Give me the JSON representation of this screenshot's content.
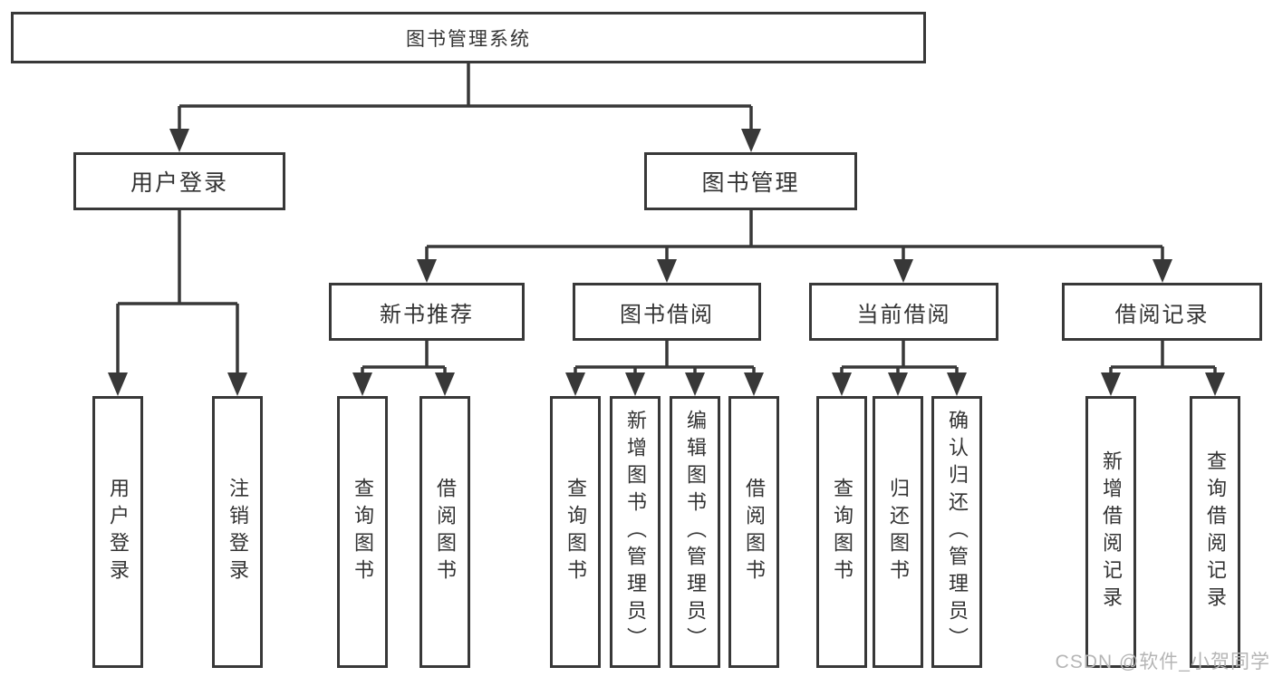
{
  "tree": {
    "root": {
      "label": "图书管理系统"
    },
    "login": {
      "label": "用户登录",
      "children": [
        {
          "label": "用户登录"
        },
        {
          "label": "注销登录"
        }
      ]
    },
    "mgmt": {
      "label": "图书管理",
      "sections": [
        {
          "label": "新书推荐",
          "children": [
            {
              "label": "查询图书"
            },
            {
              "label": "借阅图书"
            }
          ]
        },
        {
          "label": "图书借阅",
          "children": [
            {
              "label": "查询图书"
            },
            {
              "label": "新增图书（管理员）"
            },
            {
              "label": "编辑图书（管理员）"
            },
            {
              "label": "借阅图书"
            }
          ]
        },
        {
          "label": "当前借阅",
          "children": [
            {
              "label": "查询图书"
            },
            {
              "label": "归还图书"
            },
            {
              "label": "确认归还（管理员）"
            }
          ]
        },
        {
          "label": "借阅记录",
          "children": [
            {
              "label": "新增借阅记录"
            },
            {
              "label": "查询借阅记录"
            }
          ]
        }
      ]
    }
  },
  "watermark": "CSDN @软件_小贺同学",
  "colors": {
    "line": "#383838",
    "text": "#333333",
    "watermark_text": "#b5b5b5",
    "background": "#ffffff"
  }
}
